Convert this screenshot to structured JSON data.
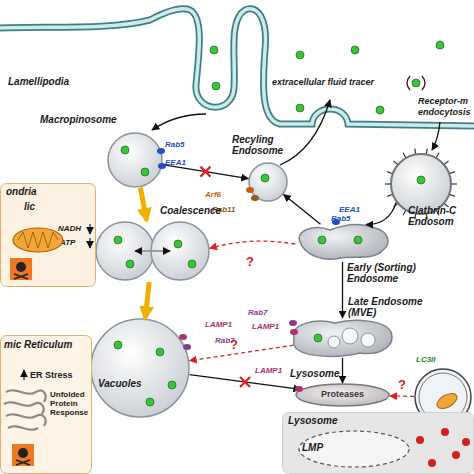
{
  "diagram": {
    "nodes": [
      {
        "text": [
          "Macropinosome",
          "Rab5",
          "EEA1"
        ]
      },
      {
        "text": [
          "Recyling Endosome",
          "Arf6",
          "Rab11"
        ]
      },
      {
        "text": [
          "Clathrin-C Endosom"
        ]
      },
      {
        "text": [
          "Early (Sorting) Endosome",
          "EEA1",
          "Rab5"
        ]
      },
      {
        "text": [
          "Coalescence"
        ]
      },
      {
        "text": [
          "Late Endosome (MVE)",
          "Rab7",
          "LAMP1"
        ]
      },
      {
        "text": [
          "Vacuoles",
          "LAMP1",
          "Rab7"
        ]
      },
      {
        "text": [
          "Lysosome",
          "LAMP1",
          "Proteases"
        ]
      },
      {
        "text": [
          "LC3II"
        ]
      },
      {
        "text": [
          "Lysosome",
          "LMP"
        ]
      },
      {
        "text": [
          "ondria",
          "lic",
          "NADH",
          "ATP"
        ]
      },
      {
        "text": [
          "mic Reticulum",
          "ER Stress",
          "Unfolded Protein Response"
        ]
      }
    ],
    "edges": [
      {
        "from": 0,
        "to": 1,
        "arrow": "to"
      },
      {
        "from": 2,
        "to": 3,
        "arrow": "to"
      },
      {
        "from": 3,
        "to": 1,
        "arrow": "to"
      },
      {
        "from": 3,
        "to": 5,
        "arrow": "to"
      },
      {
        "from": 5,
        "to": 7,
        "arrow": "to"
      },
      {
        "from": 0,
        "to": 4,
        "arrow": "to"
      },
      {
        "from": 4,
        "to": 6,
        "arrow": "to"
      },
      {
        "from": 3,
        "to": 4,
        "label": "?",
        "arrow": "to"
      },
      {
        "from": 5,
        "to": 6,
        "label": "?",
        "arrow": "to"
      },
      {
        "from": 6,
        "to": 7,
        "arrow": "to"
      },
      {
        "from": 8,
        "to": 7,
        "label": "?",
        "arrow": "to"
      }
    ],
    "labels": [
      "Lamellipodia",
      "extracellular fluid tracer",
      "Receptor-m endocytosis"
    ]
  }
}
